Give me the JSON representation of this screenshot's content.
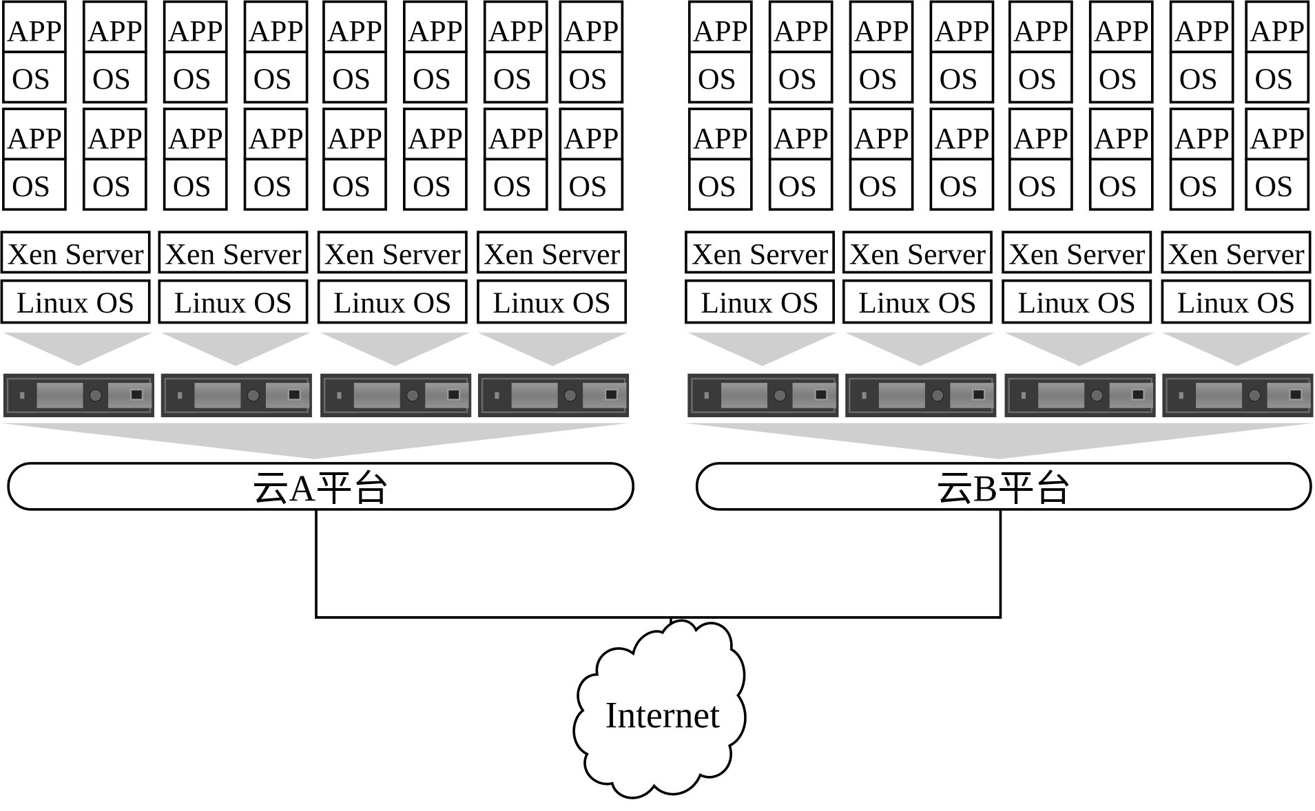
{
  "labels": {
    "app": "APP",
    "os": "OS",
    "hypervisor": "Xen Server",
    "host_os": "Linux OS",
    "internet": "Internet"
  },
  "platforms": [
    {
      "id": "a",
      "label": "云A平台"
    },
    {
      "id": "b",
      "label": "云B平台"
    }
  ],
  "vm_rows_per_platform": 2,
  "vms_per_row": 8,
  "hosts_per_platform": 4,
  "colors": {
    "line": "#000000",
    "funnel": "#cfcfcf",
    "server_body": "#3a3a3a",
    "server_panel": "#8a8a8a"
  }
}
